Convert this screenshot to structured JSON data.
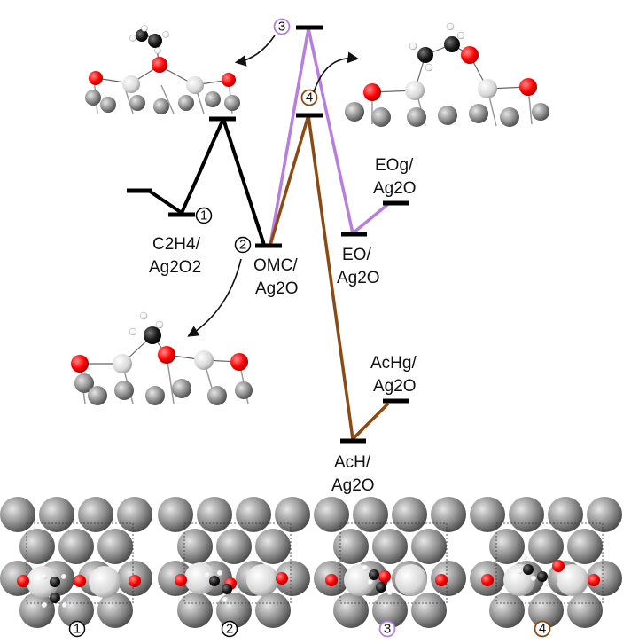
{
  "states": {
    "c2h4": {
      "line1": "C2H4/",
      "line2": "Ag2O2"
    },
    "omc": {
      "line1": "OMC/",
      "line2": "Ag2O"
    },
    "eo": {
      "line1": "EO/",
      "line2": "Ag2O"
    },
    "eog": {
      "line1": "EOg/",
      "line2": "Ag2O"
    },
    "ach": {
      "line1": "AcH/",
      "line2": "Ag2O"
    },
    "achg": {
      "line1": "AcHg/",
      "line2": "Ag2O"
    }
  },
  "markers": {
    "m1": "1",
    "m2": "2",
    "m3": "3",
    "m4": "4"
  },
  "colors": {
    "black_path": "#000000",
    "eo_path": "#b77ee0",
    "ach_path": "#8b4a12",
    "oxygen": "#ff0000",
    "carbon": "#1a1a1a",
    "hydrogen": "#ffffff",
    "silver_surface": "#cfcfcf",
    "silver_bulk": "#8c8c8c"
  }
}
